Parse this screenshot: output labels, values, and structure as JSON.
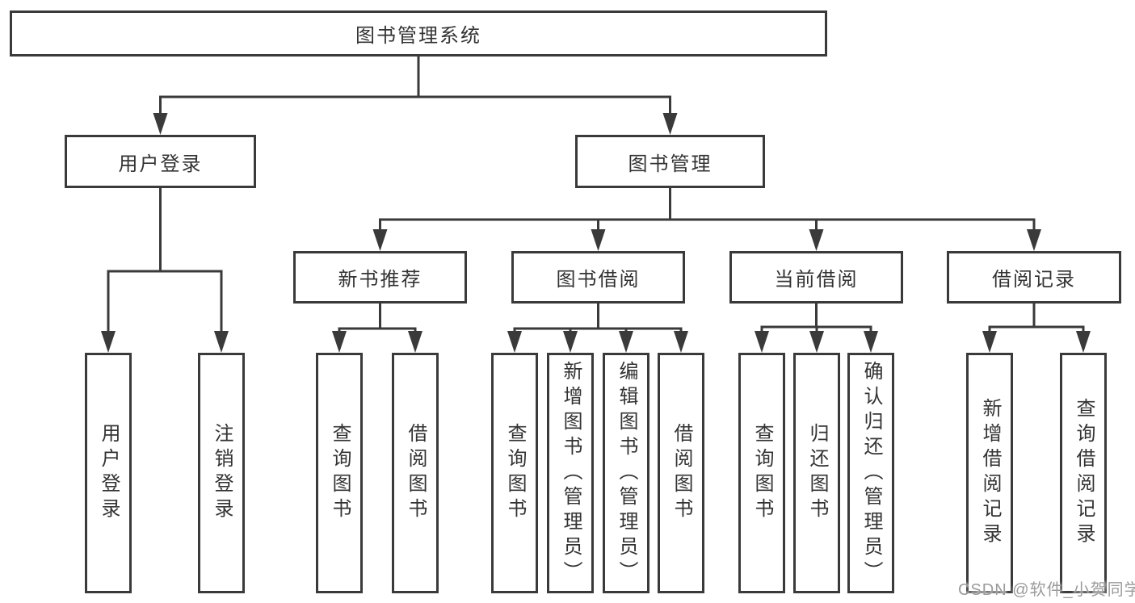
{
  "diagram": {
    "root": {
      "label": "图书管理系统"
    },
    "branches": [
      {
        "label": "用户登录",
        "children": [
          {
            "label": "用户登录"
          },
          {
            "label": "注销登录"
          }
        ]
      },
      {
        "label": "图书管理",
        "children": [
          {
            "label": "新书推荐",
            "children": [
              {
                "label": "查询图书"
              },
              {
                "label": "借阅图书"
              }
            ]
          },
          {
            "label": "图书借阅",
            "children": [
              {
                "label": "查询图书"
              },
              {
                "label": "新增图书（管理员）"
              },
              {
                "label": "编辑图书（管理员）"
              },
              {
                "label": "借阅图书"
              }
            ]
          },
          {
            "label": "当前借阅",
            "children": [
              {
                "label": "查询图书"
              },
              {
                "label": "归还图书"
              },
              {
                "label": "确认归还（管理员）"
              }
            ]
          },
          {
            "label": "借阅记录",
            "children": [
              {
                "label": "新增借阅记录"
              },
              {
                "label": "查询借阅记录"
              }
            ]
          }
        ]
      }
    ]
  },
  "watermark": {
    "text": "CSDN @软件_小贺同学"
  },
  "colors": {
    "line": "#3a3a3a",
    "box_border": "#3a3a3a",
    "box_background": "#ffffff",
    "text": "#333333",
    "watermark": "#9b9b9b",
    "page_background": "#ffffff"
  }
}
